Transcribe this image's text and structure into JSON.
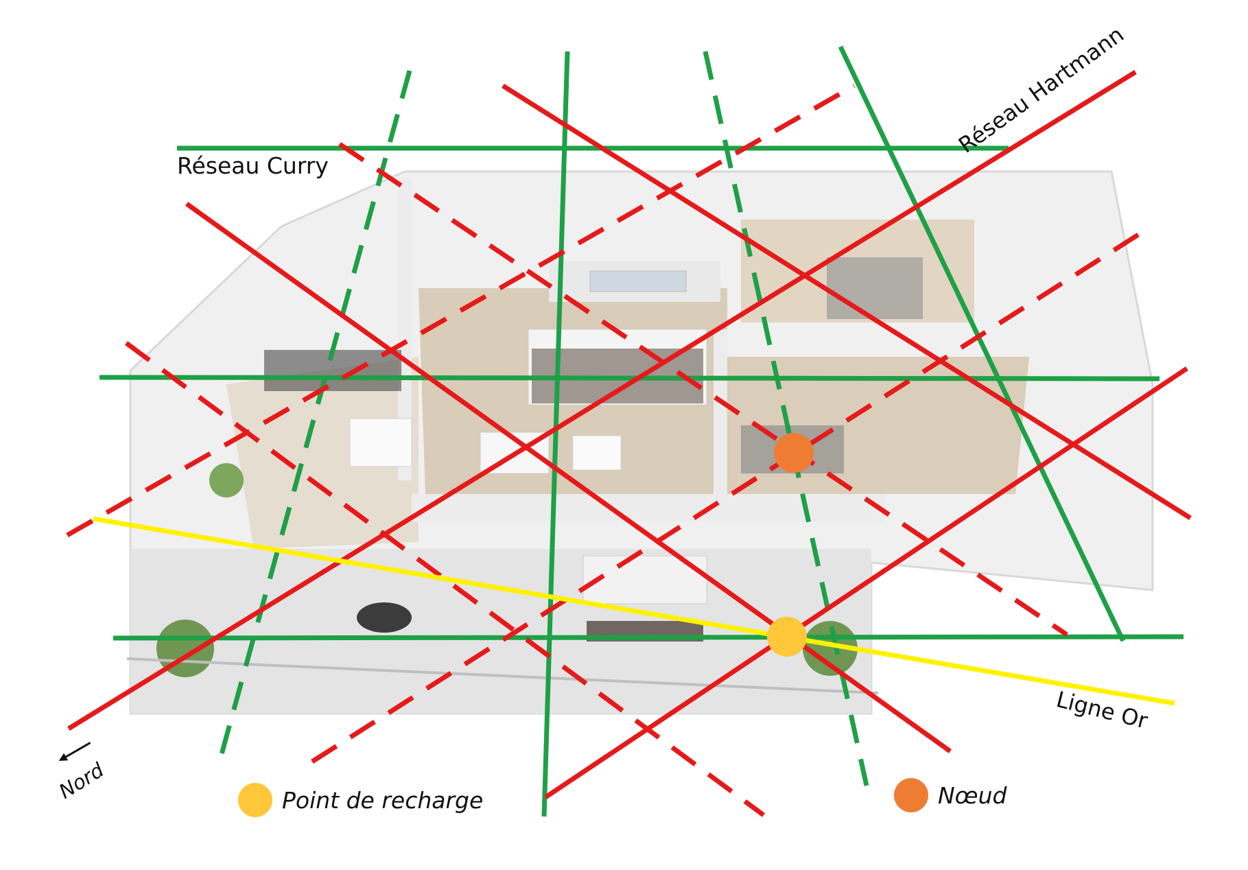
{
  "labels": {
    "curry": "Réseau Curry",
    "hartmann": "Réseau Hartmann",
    "ligne_or": "Ligne Or",
    "nord": "Nord"
  },
  "legend": [
    {
      "label": "Point de recharge",
      "color": "#FFC83A"
    },
    {
      "label": "Nœud",
      "color": "#EE7D33"
    }
  ],
  "colors": {
    "curry": "#1FA047",
    "hartmann": "#E51A1A",
    "ligne_or": "#FFF200",
    "point_de_recharge": "#FFC83A",
    "noeud": "#EE7D33"
  },
  "icons": [
    "north-arrow-icon"
  ]
}
